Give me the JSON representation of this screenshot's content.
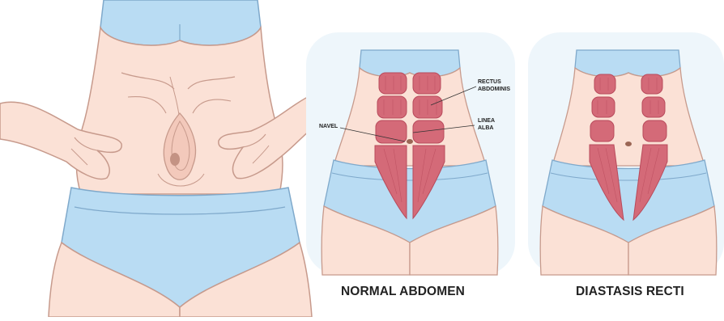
{
  "panels": {
    "normal": {
      "caption": "NORMAL ABDOMEN",
      "labels": {
        "rectus_line1": "RECTUS",
        "rectus_line2": "ABDOMINIS",
        "linea_line1": "LINEA",
        "linea_line2": "ALBA",
        "navel": "NAVEL"
      }
    },
    "diastasis": {
      "caption": "DIASTASIS RECTI"
    }
  },
  "colors": {
    "skin": "#fbe1d6",
    "skin_outline": "#c79a8c",
    "underwear": "#b9dcf3",
    "underwear_outline": "#7fa9cb",
    "muscle": "#d46a78",
    "muscle_stripe": "#b84a5b",
    "panel_bg": "#eef6fb",
    "navel": "#9b6655"
  }
}
